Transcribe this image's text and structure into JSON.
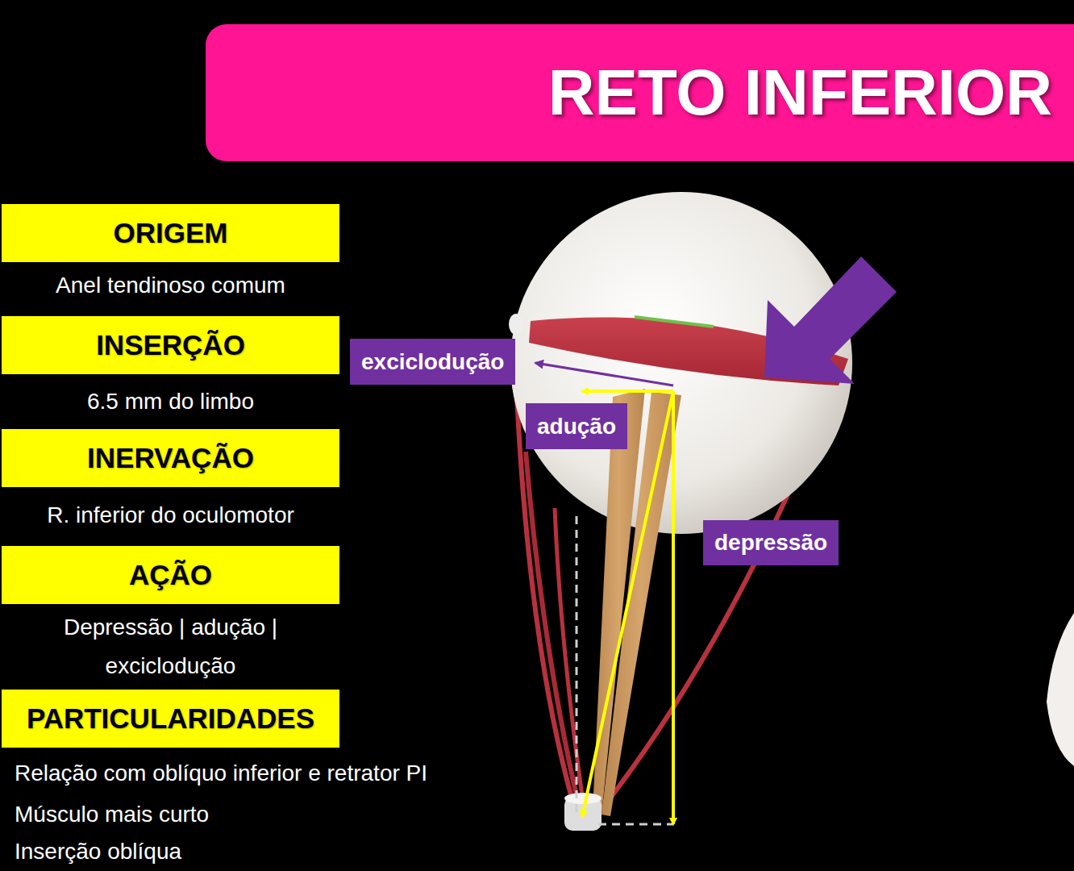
{
  "diagram": {
    "title": "RETO INFERIOR",
    "nodes": [
      {
        "text": [
          "ORIGEM",
          "Anel tendinoso comum"
        ]
      },
      {
        "text": [
          "INSERÇÃO",
          "6.5 mm do limbo"
        ]
      },
      {
        "text": [
          "INERVAÇÃO",
          "R. inferior do oculomotor"
        ]
      },
      {
        "text": [
          "AÇÃO",
          "Depressão | adução | exciclodução"
        ]
      },
      {
        "text": [
          "PARTICULARIDADES",
          "Relação com oblíquo inferior e retrator PI",
          "Músculo mais curto",
          "Inserção oblíqua"
        ]
      },
      {
        "text": [
          "exciclodução"
        ]
      },
      {
        "text": [
          "adução"
        ]
      },
      {
        "text": [
          "depressão"
        ]
      }
    ]
  }
}
